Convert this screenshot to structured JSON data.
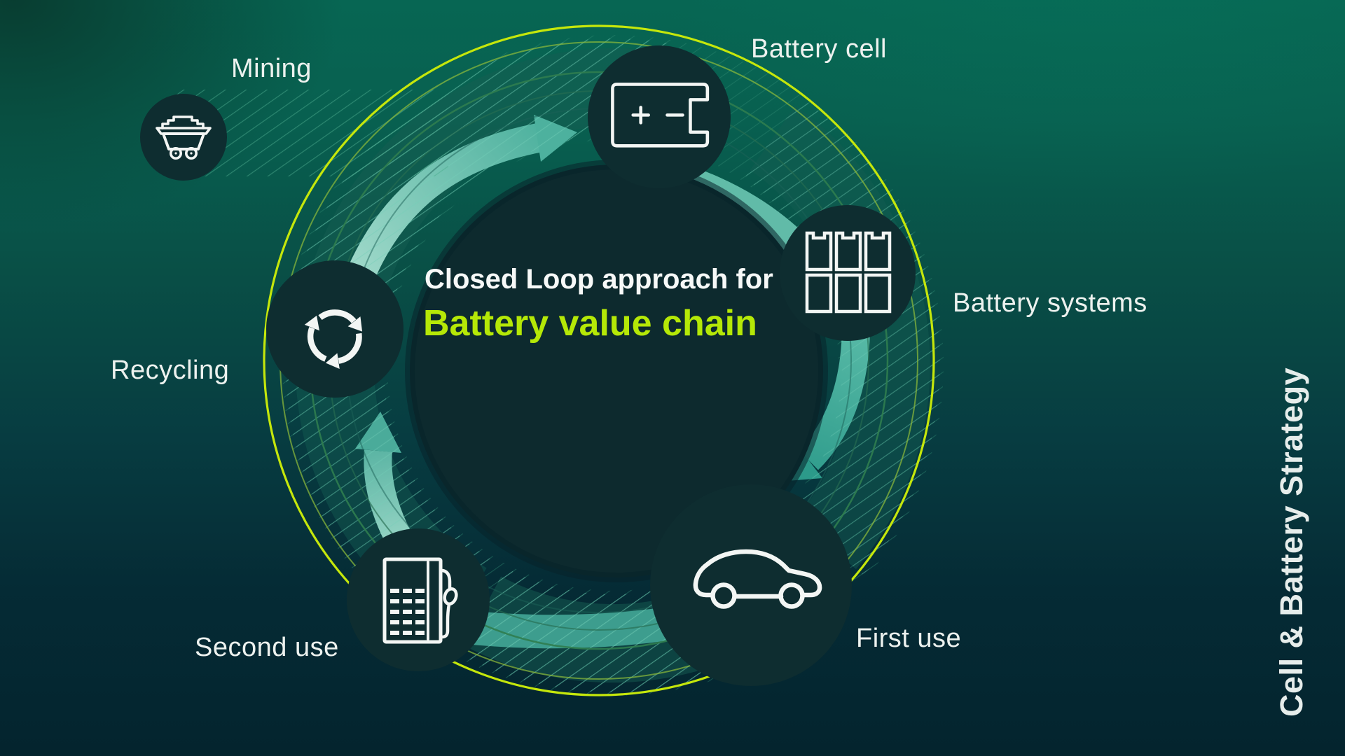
{
  "slide": {
    "title_line1": "Closed Loop approach for",
    "title_line2": "Battery value chain",
    "side_label": "Cell & Battery Strategy"
  },
  "nodes": {
    "mining": {
      "label": "Mining",
      "icon": "mine-cart-icon"
    },
    "battery_cell": {
      "label": "Battery cell",
      "icon": "battery-cell-icon"
    },
    "battery_systems": {
      "label": "Battery systems",
      "icon": "battery-modules-icon"
    },
    "first_use": {
      "label": "First use",
      "icon": "car-icon"
    },
    "second_use": {
      "label": "Second use",
      "icon": "charging-station-icon"
    },
    "recycling": {
      "label": "Recycling",
      "icon": "recycling-icon"
    }
  },
  "colors": {
    "accent_lime_circle": "#c5e70b",
    "title_lime": "#b5e807",
    "arrow_teal": "#3fa893",
    "band_pale_teal": "#7ccfbc",
    "node_fill": "#0e2d30",
    "central_fill": "#0d2a2e",
    "label_text": "#edf2ef",
    "icon_stroke": "#f3f6f4"
  }
}
